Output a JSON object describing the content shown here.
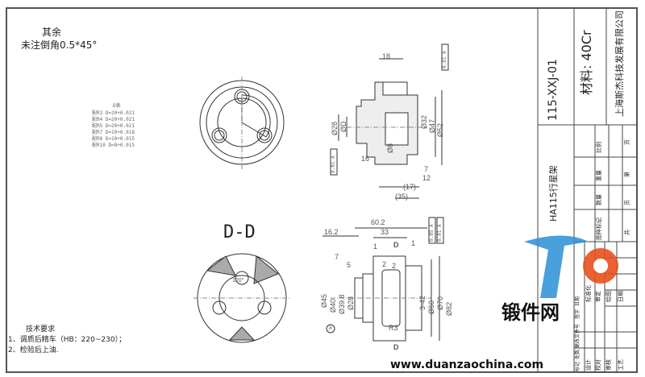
{
  "notes": {
    "heading": "其余",
    "chamfer": "未注倒角0.5*45°"
  },
  "d_table": {
    "title": "D表",
    "rows": [
      "配R3  D=20+0.021",
      "配R4  D=20+0.021",
      "配R5  D=20+0.021",
      "配R7  D=10+0.018",
      "配R8  D=10+0.015",
      "配R10  D=8+0.015"
    ]
  },
  "section_label": "D-D",
  "tech_requirements": {
    "title": "技术要求",
    "items": [
      "1、调质后精车（HB：220~230）；",
      "2、检验后上油."
    ]
  },
  "top_section_dims": [
    "18",
    "Ø28",
    "ØD",
    "Ø8",
    "Ø32",
    "Ø47",
    "Ø52",
    "16",
    "7",
    "12",
    "(17)",
    "(35)",
    "0.01 A",
    "0.01 A"
  ],
  "bottom_section_dims": [
    "60.2",
    "16.2",
    "33",
    "1",
    "1",
    "7",
    "5",
    "2",
    "2",
    "Ø45",
    "Ø40",
    "Ø39.8",
    "Ø28",
    "3-42",
    "Ø60",
    "Ø70",
    "Ø82",
    "R3",
    "0.05 A",
    "0.01 A",
    "A",
    "D",
    "D"
  ],
  "d_view_angle": "120°",
  "title_block": {
    "drawing_no": "115-XXJ-01",
    "material": "材料: 40Cr",
    "company": "上海斯杰科技发展有限公司",
    "part_name": "HA115行星架",
    "headers": [
      "图样标记",
      "数量",
      "重量",
      "比例"
    ],
    "page_labels": [
      "共",
      "页",
      "第",
      "页"
    ],
    "sign_rows": [
      "标记",
      "处数",
      "更改文件号",
      "签字",
      "日期"
    ],
    "roles": [
      "设计",
      "校对",
      "审核",
      "工艺",
      "标准化",
      "审定",
      "绘图",
      "日期"
    ]
  },
  "watermark": {
    "site_name": "锻件网",
    "url": "www.duanzaochina.com"
  },
  "colors": {
    "line": "#333333",
    "watermark_blue": "#2a8fd6",
    "watermark_orange": "#e8501e"
  }
}
